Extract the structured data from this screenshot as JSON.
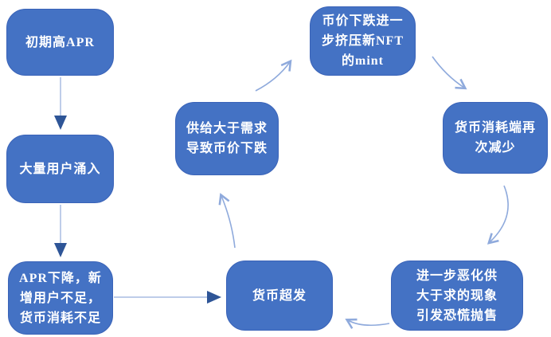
{
  "diagram": {
    "description": "Token economy death-spiral flowchart",
    "colors": {
      "box_fill": "#4472C4",
      "box_border": "#3A63B8",
      "box_text": "#FFFFFF",
      "straight_connector_line": "#BECDE9",
      "straight_connector_arrowhead": "#2E5597",
      "curved_connector": "#8FAADC",
      "background": "#FFFFFF"
    },
    "nodes": [
      {
        "id": "initial-apr",
        "label": "初期高APR"
      },
      {
        "id": "users-influx",
        "label": "大量用户涌入"
      },
      {
        "id": "apr-drop",
        "label": "APR下降，新\n增用户不足，\n货币消耗不足"
      },
      {
        "id": "price-drop-mint",
        "label": "币价下跌进一\n步挤压新NFT\n的mint"
      },
      {
        "id": "consumption-decrease",
        "label": "货币消耗端再\n次减少"
      },
      {
        "id": "worsen-panic",
        "label": "进一步恶化供\n大于求的现象\n引发恐慌抛售"
      },
      {
        "id": "over-issuance",
        "label": "货币超发"
      },
      {
        "id": "supply-exceeds",
        "label": "供给大于需求\n导致币价下跌"
      }
    ],
    "edges": [
      {
        "from": "initial-apr",
        "to": "users-influx",
        "style": "straight-solid-arrow"
      },
      {
        "from": "users-influx",
        "to": "apr-drop",
        "style": "straight-solid-arrow"
      },
      {
        "from": "apr-drop",
        "to": "over-issuance",
        "style": "straight-solid-arrow"
      },
      {
        "from": "over-issuance",
        "to": "supply-exceeds",
        "style": "curved-open-arrow"
      },
      {
        "from": "supply-exceeds",
        "to": "price-drop-mint",
        "style": "curved-open-arrow"
      },
      {
        "from": "price-drop-mint",
        "to": "consumption-decrease",
        "style": "curved-open-arrow"
      },
      {
        "from": "consumption-decrease",
        "to": "worsen-panic",
        "style": "curved-open-arrow"
      },
      {
        "from": "worsen-panic",
        "to": "over-issuance",
        "style": "curved-open-arrow"
      }
    ]
  }
}
